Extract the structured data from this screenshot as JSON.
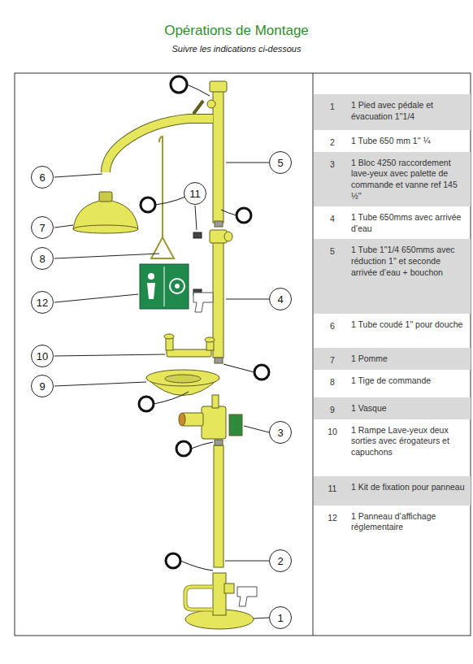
{
  "diagram": {
    "title": "Opérations de Montage",
    "caption": "Suivre les indications ci-dessous",
    "nodes": [
      {
        "text": [
          "5"
        ]
      },
      {
        "text": [
          "6"
        ]
      },
      {
        "text": [
          "11"
        ]
      },
      {
        "text": [
          "7"
        ]
      },
      {
        "text": [
          "8"
        ]
      },
      {
        "text": [
          "4"
        ]
      },
      {
        "text": [
          "12"
        ]
      },
      {
        "text": [
          "10"
        ]
      },
      {
        "text": [
          "9"
        ]
      },
      {
        "text": [
          "3"
        ]
      },
      {
        "text": [
          "2"
        ]
      },
      {
        "text": [
          "1"
        ]
      }
    ],
    "labels": [
      "1",
      "1 Pied avec pédale et évacuation 1''1/4",
      "2",
      "1 Tube 650 mm 1'' ¼",
      "3",
      "1 Bloc 4250 raccordement lave-yeux avec palette de commande et vanne ref 145 ½''",
      "4",
      "1 Tube 650mms avec arrivée d’eau",
      "5",
      "1 Tube 1\"1/4 650mms avec réduction 1\" et seconde arrivée d’eau + bouchon",
      "6",
      "1 Tube coudé 1\" pour douche",
      "7",
      "1 Pomme",
      "8",
      "1 Tige de commande",
      "9",
      "1 Vasque",
      "10",
      "1 Rampe Lave-yeux deux sorties avec érogateurs et capuchons",
      "11",
      "1 Kit de fixation pour panneau",
      "12",
      "1 Panneau d’affichage réglementaire"
    ]
  }
}
